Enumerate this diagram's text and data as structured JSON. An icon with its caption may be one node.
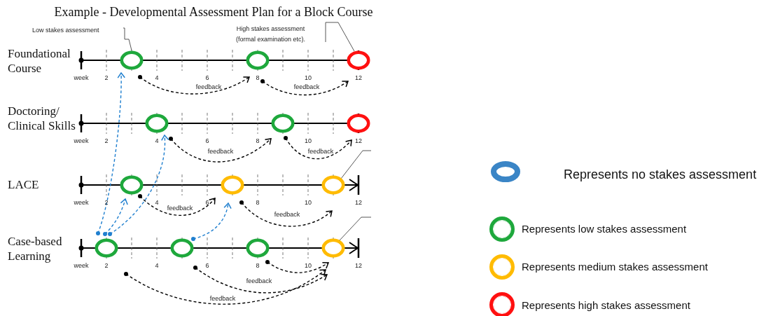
{
  "diagram": {
    "title": "Example - Developmental Assessment Plan for a Block Course",
    "nodes": [
      {
        "text": [
          "Low stakes assessment"
        ]
      },
      {
        "text": [
          "High stakes assessment (formal examination etc)."
        ]
      },
      {
        "text": [],
        "shape": "circle"
      },
      {
        "text": [],
        "shape": "circle"
      },
      {
        "text": [],
        "shape": "circle"
      },
      {
        "text": [],
        "shape": "circle"
      },
      {
        "text": [],
        "shape": "circle"
      },
      {
        "text": [],
        "shape": "circle"
      },
      {
        "text": [],
        "shape": "circle"
      },
      {
        "text": [],
        "shape": "circle"
      },
      {
        "text": [],
        "shape": "circle"
      },
      {
        "text": [],
        "shape": "circle"
      },
      {
        "text": [],
        "shape": "circle"
      },
      {
        "text": [],
        "shape": "circle"
      },
      {
        "text": [],
        "shape": "circle"
      }
    ],
    "edges": [
      {
        "from": 0,
        "to": 2,
        "arrow": "none",
        "color": "#444444"
      },
      {
        "from": 1,
        "to": 4,
        "arrow": "none",
        "color": "#444444"
      },
      {
        "from": null,
        "to": 10,
        "arrow": "none",
        "color": "#444444"
      },
      {
        "from": null,
        "to": 14,
        "arrow": "none",
        "color": "#444444"
      },
      {
        "from": 2,
        "to": 3,
        "arrow": "to",
        "label": "feedback",
        "style": "dashed"
      },
      {
        "from": 3,
        "to": 4,
        "arrow": "to",
        "label": "feedback",
        "style": "dashed"
      },
      {
        "from": 5,
        "to": 6,
        "arrow": "to",
        "label": "feedback",
        "style": "dashed"
      },
      {
        "from": 6,
        "to": 7,
        "arrow": "to",
        "label": "feedback",
        "style": "dashed"
      },
      {
        "from": 8,
        "to": 9,
        "arrow": "to",
        "label": "feedback",
        "style": "dashed"
      },
      {
        "from": 9,
        "to": 10,
        "arrow": "to",
        "label": "feedback",
        "style": "dashed"
      },
      {
        "from": 13,
        "to": 14,
        "arrow": "to",
        "style": "dashed"
      },
      {
        "from": 12,
        "to": 14,
        "arrow": "to",
        "label": "feedback",
        "style": "dashed"
      },
      {
        "from": 11,
        "to": 14,
        "arrow": "to",
        "label": "feedback",
        "style": "dashed"
      },
      {
        "from": 11,
        "to": 2,
        "arrow": "to",
        "style": "dashed",
        "color": "#1f7fcf"
      },
      {
        "from": 11,
        "to": 5,
        "arrow": "to",
        "style": "dashed",
        "color": "#1f7fcf"
      },
      {
        "from": 11,
        "to": 8,
        "arrow": "to",
        "style": "dashed",
        "color": "#1f7fcf"
      },
      {
        "from": 12,
        "to": 9,
        "arrow": "to",
        "style": "dashed",
        "color": "#1f7fcf"
      }
    ],
    "labels": [
      "Foundational Course",
      "week",
      "2",
      "4",
      "6",
      "8",
      "10",
      "12",
      "Doctoring/ Clinical Skills",
      "week",
      "2",
      "4",
      "6",
      "8",
      "10",
      "12",
      "LACE",
      "week",
      "2",
      "4",
      "6",
      "8",
      "10",
      "12",
      "Case-based Learning",
      "week",
      "2",
      "4",
      "6",
      "8",
      "10",
      "12"
    ],
    "legend": [
      {
        "text": "Represents no stakes assessment",
        "color": "#3a85c6"
      },
      {
        "text": "Represents low stakes assessment",
        "color": "#1ea83c"
      },
      {
        "text": "Represents medium stakes assessment",
        "color": "#ffbb00"
      },
      {
        "text": "Represents high stakes assessment",
        "color": "#ff1010"
      }
    ]
  }
}
